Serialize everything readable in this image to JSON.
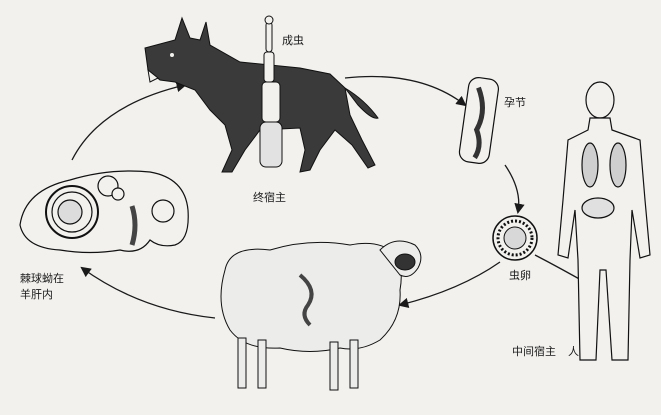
{
  "labels": {
    "adult_worm": "成虫",
    "definitive_host": "终宿主",
    "gravid_proglottid": "孕节",
    "egg": "虫卵",
    "hydatid_cyst_line1": "棘球蚴在",
    "hydatid_cyst_line2": "羊肝内",
    "intermediate_host": "中间宿主",
    "human": "人"
  },
  "colors": {
    "ink": "#1a1a1a",
    "paper": "#f2f1ee"
  }
}
